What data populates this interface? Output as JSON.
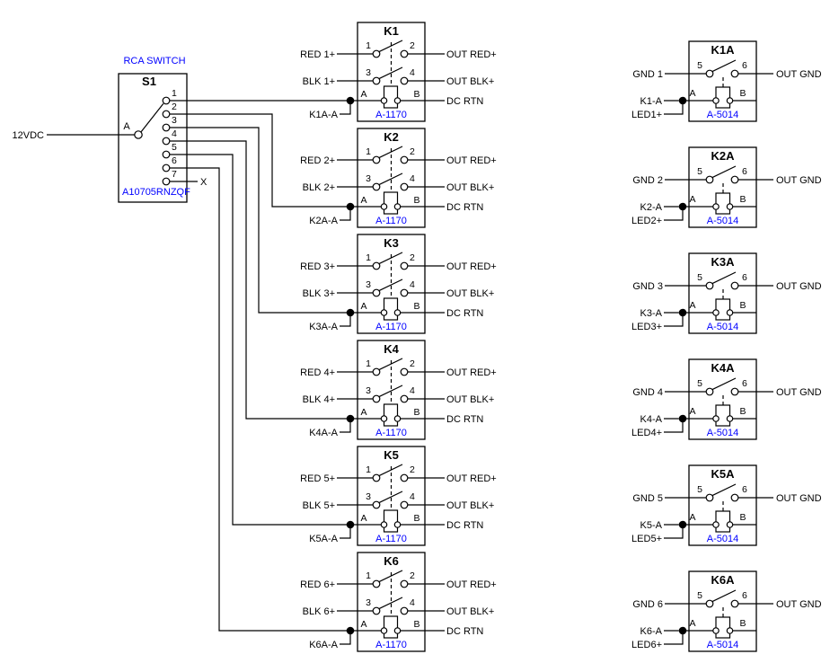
{
  "colors": {
    "wire": "#000000",
    "label_text": "#000000",
    "part_number_text": "#0000ff",
    "background": "#ffffff"
  },
  "source_switch": {
    "heading": "RCA SWITCH",
    "designator": "S1",
    "part_number": "A10705RNZQF",
    "input_label": "12VDC",
    "common_pin_label": "A",
    "unused_pin_label": "X",
    "pins": [
      "1",
      "2",
      "3",
      "4",
      "5",
      "6",
      "7"
    ]
  },
  "output_relays": [
    {
      "name": "K1",
      "part_number": "A-1170",
      "pins": {
        "p1": "1",
        "p2": "2",
        "p3": "3",
        "p4": "4",
        "pa": "A",
        "pb": "B"
      },
      "in_red": "RED 1+",
      "in_blk": "BLK 1+",
      "coil_tap": "K1A-A",
      "out_red": "OUT RED+",
      "out_blk": "OUT BLK+",
      "out_rtn": "DC RTN"
    },
    {
      "name": "K2",
      "part_number": "A-1170",
      "pins": {
        "p1": "1",
        "p2": "2",
        "p3": "3",
        "p4": "4",
        "pa": "A",
        "pb": "B"
      },
      "in_red": "RED 2+",
      "in_blk": "BLK 2+",
      "coil_tap": "K2A-A",
      "out_red": "OUT RED+",
      "out_blk": "OUT BLK+",
      "out_rtn": "DC RTN"
    },
    {
      "name": "K3",
      "part_number": "A-1170",
      "pins": {
        "p1": "1",
        "p2": "2",
        "p3": "3",
        "p4": "4",
        "pa": "A",
        "pb": "B"
      },
      "in_red": "RED 3+",
      "in_blk": "BLK 3+",
      "coil_tap": "K3A-A",
      "out_red": "OUT RED+",
      "out_blk": "OUT BLK+",
      "out_rtn": "DC RTN"
    },
    {
      "name": "K4",
      "part_number": "A-1170",
      "pins": {
        "p1": "1",
        "p2": "2",
        "p3": "3",
        "p4": "4",
        "pa": "A",
        "pb": "B"
      },
      "in_red": "RED 4+",
      "in_blk": "BLK 4+",
      "coil_tap": "K4A-A",
      "out_red": "OUT RED+",
      "out_blk": "OUT BLK+",
      "out_rtn": "DC RTN"
    },
    {
      "name": "K5",
      "part_number": "A-1170",
      "pins": {
        "p1": "1",
        "p2": "2",
        "p3": "3",
        "p4": "4",
        "pa": "A",
        "pb": "B"
      },
      "in_red": "RED 5+",
      "in_blk": "BLK 5+",
      "coil_tap": "K5A-A",
      "out_red": "OUT RED+",
      "out_blk": "OUT BLK+",
      "out_rtn": "DC RTN"
    },
    {
      "name": "K6",
      "part_number": "A-1170",
      "pins": {
        "p1": "1",
        "p2": "2",
        "p3": "3",
        "p4": "4",
        "pa": "A",
        "pb": "B"
      },
      "in_red": "RED 6+",
      "in_blk": "BLK 6+",
      "coil_tap": "K6A-A",
      "out_red": "OUT RED+",
      "out_blk": "OUT BLK+",
      "out_rtn": "DC RTN"
    }
  ],
  "ground_relays": [
    {
      "name": "K1A",
      "part_number": "A-5014",
      "pins": {
        "p5": "5",
        "p6": "6",
        "pa": "A",
        "pb": "B"
      },
      "in_gnd": "GND 1",
      "in_coil": "K1-A",
      "in_led": "LED1+",
      "out_gnd": "OUT GND"
    },
    {
      "name": "K2A",
      "part_number": "A-5014",
      "pins": {
        "p5": "5",
        "p6": "6",
        "pa": "A",
        "pb": "B"
      },
      "in_gnd": "GND 2",
      "in_coil": "K2-A",
      "in_led": "LED2+",
      "out_gnd": "OUT GND"
    },
    {
      "name": "K3A",
      "part_number": "A-5014",
      "pins": {
        "p5": "5",
        "p6": "6",
        "pa": "A",
        "pb": "B"
      },
      "in_gnd": "GND 3",
      "in_coil": "K3-A",
      "in_led": "LED3+",
      "out_gnd": "OUT GND"
    },
    {
      "name": "K4A",
      "part_number": "A-5014",
      "pins": {
        "p5": "5",
        "p6": "6",
        "pa": "A",
        "pb": "B"
      },
      "in_gnd": "GND 4",
      "in_coil": "K4-A",
      "in_led": "LED4+",
      "out_gnd": "OUT GND"
    },
    {
      "name": "K5A",
      "part_number": "A-5014",
      "pins": {
        "p5": "5",
        "p6": "6",
        "pa": "A",
        "pb": "B"
      },
      "in_gnd": "GND 5",
      "in_coil": "K5-A",
      "in_led": "LED5+",
      "out_gnd": "OUT GND"
    },
    {
      "name": "K6A",
      "part_number": "A-5014",
      "pins": {
        "p5": "5",
        "p6": "6",
        "pa": "A",
        "pb": "B"
      },
      "in_gnd": "GND 6",
      "in_coil": "K6-A",
      "in_led": "LED6+",
      "out_gnd": "OUT GND"
    }
  ]
}
